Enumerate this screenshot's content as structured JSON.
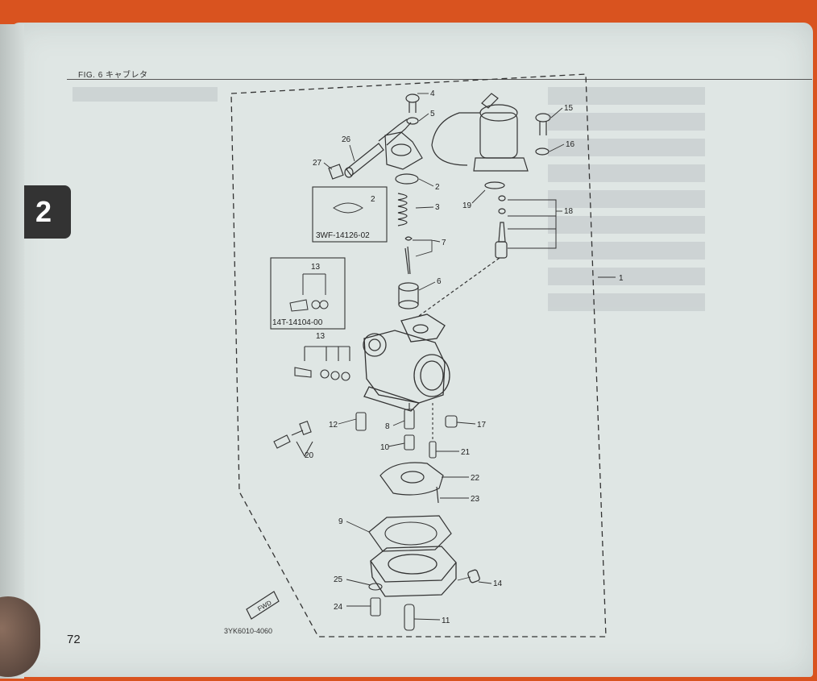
{
  "header": {
    "fig_title": "FIG. 6 キャブレタ"
  },
  "chapter_tab": "2",
  "page_number": "72",
  "reference_code": "3YK6010-4060",
  "inset_boxes": [
    {
      "part": "2",
      "code": "3WF-14126-02"
    },
    {
      "part": "13",
      "code": "14T-14104-00"
    }
  ],
  "fwd_label": "FWD",
  "callouts": [
    "1",
    "2",
    "3",
    "4",
    "5",
    "6",
    "7",
    "8",
    "9",
    "10",
    "11",
    "12",
    "13",
    "14",
    "15",
    "16",
    "17",
    "18",
    "19",
    "20",
    "21",
    "22",
    "23",
    "24",
    "25",
    "26",
    "27"
  ]
}
